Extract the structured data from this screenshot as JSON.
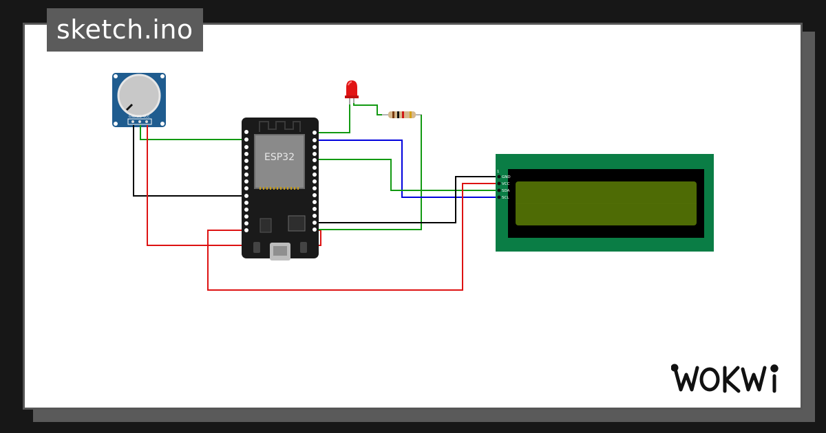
{
  "header": {
    "title": "sketch.ino"
  },
  "brand": {
    "name": "WOKWI"
  },
  "board": {
    "label": "ESP32"
  },
  "potentiometer": {
    "pins": [
      "GND",
      "SIG",
      "VCC"
    ]
  },
  "lcd": {
    "pin_marker": "1",
    "pins": [
      "GND",
      "VCC",
      "SDA",
      "SCL"
    ]
  },
  "colors": {
    "background": "#171717",
    "card": "#ffffff",
    "title_tab": "#5b5b5b",
    "wire_green": "#119911",
    "wire_blue": "#0000dd",
    "wire_red": "#dd1111",
    "wire_black": "#000000",
    "lcd_board": "#0a7d45",
    "lcd_screen": "#4e6b05",
    "pot_board": "#1f5c8f"
  }
}
